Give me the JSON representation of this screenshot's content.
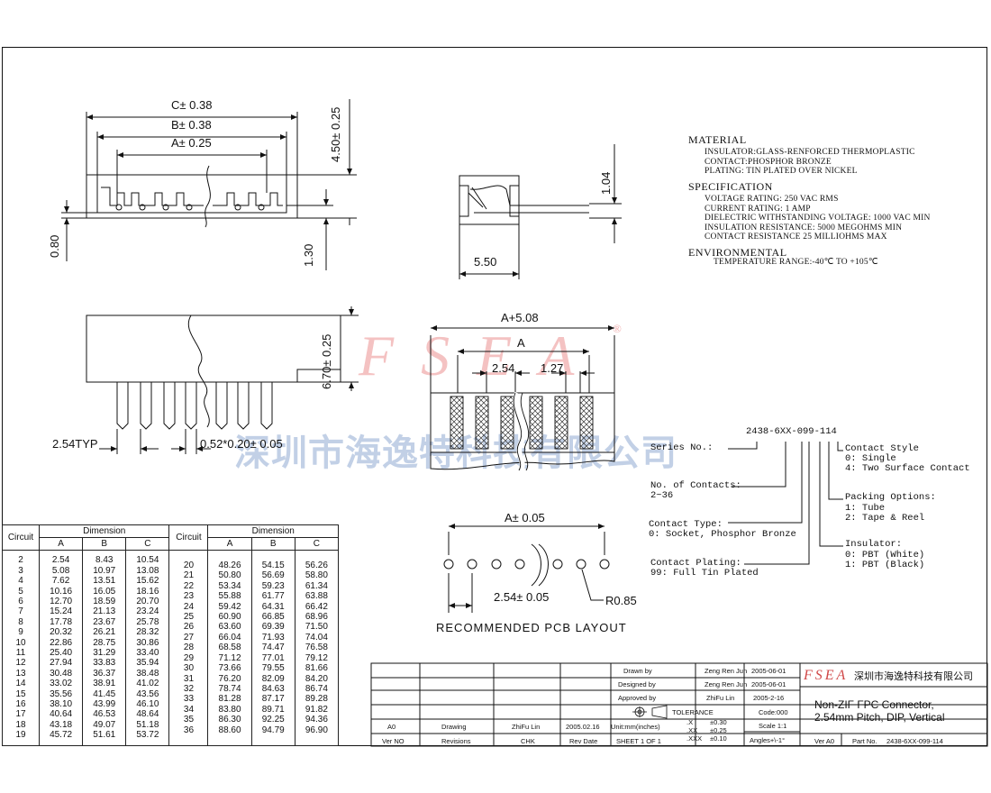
{
  "watermark": {
    "logo": "FSEA",
    "reg": "®",
    "company_cn": "深圳市海逸特科技有限公司"
  },
  "top_view": {
    "dim_c": "C± 0.38",
    "dim_b": "B± 0.38",
    "dim_a": "A± 0.25",
    "dim_h": "4.50± 0.25",
    "dim_080": "0.80",
    "dim_130": "1.30"
  },
  "side_view": {
    "dim_104": "1.04",
    "dim_550": "5.50"
  },
  "front_view": {
    "dim_670": "6.70± 0.25",
    "pitch": "2.54TYP",
    "pin": "0.52*0.20± 0.05"
  },
  "board_view": {
    "dim_a508": "A+5.08",
    "dim_a": "A",
    "dim_254": "2.54",
    "dim_127": "1.27"
  },
  "pcb_layout": {
    "dim_a": "A± 0.05",
    "dim_pitch": "2.54± 0.05",
    "radius": "R0.85",
    "title": "RECOMMENDED PCB LAYOUT"
  },
  "spec": {
    "material_h": "MATERIAL",
    "material": [
      "INSULATOR:GLASS-RENFORCED THERMOPLASTIC",
      "CONTACT:PHOSPHOR BRONZE",
      "PLATING: TIN PLATED OVER NICKEL"
    ],
    "specification_h": "SPECIFICATION",
    "specification": [
      "VOLTAGE RATING: 250 VAC RMS",
      "CURRENT RATING: 1 AMP",
      "DIELECTRIC WITHSTANDING VOLTAGE: 1000 VAC MIN",
      "INSULATION RESISTANCE: 5000 MEGOHMS MIN",
      "CONTACT RESISTANCE 25 MILLIOHMS MAX"
    ],
    "environmental_h": "ENVIRONMENTAL",
    "environmental": [
      "TEMPERATURE RANGE:-40℃ TO +105℃"
    ]
  },
  "part_code": {
    "code": "2438-6XX-099-114",
    "series": "Series No.:",
    "contacts_label": "No. of Contacts:",
    "contacts_value": "2~36",
    "contact_type_label": "Contact Type:",
    "contact_type_value": "0: Socket, Phosphor Bronze",
    "plating_label": "Contact Plating:",
    "plating_value": "99: Full Tin Plated",
    "style_label": "Contact Style",
    "style_values": [
      "0: Single",
      "4: Two Surface Contact"
    ],
    "packing_label": "Packing Options:",
    "packing_values": [
      "1: Tube",
      "2: Tape & Reel"
    ],
    "insulator_label": "Insulator:",
    "insulator_values": [
      "0: PBT (White)",
      "1: PBT (Black)"
    ]
  },
  "dimension_table": {
    "h_circuit": "Circuit",
    "h_dimension": "Dimension",
    "h_a": "A",
    "h_b": "B",
    "h_c": "C",
    "left": {
      "circuit": [
        "2",
        "3",
        "4",
        "5",
        "6",
        "7",
        "8",
        "9",
        "10",
        "11",
        "12",
        "13",
        "14",
        "15",
        "16",
        "17",
        "18",
        "19"
      ],
      "a": [
        "2.54",
        "5.08",
        "7.62",
        "10.16",
        "12.70",
        "15.24",
        "17.78",
        "20.32",
        "22.86",
        "25.40",
        "27.94",
        "30.48",
        "33.02",
        "35.56",
        "38.10",
        "40.64",
        "43.18",
        "45.72"
      ],
      "b": [
        "8.43",
        "10.97",
        "13.51",
        "16.05",
        "18.59",
        "21.13",
        "23.67",
        "26.21",
        "28.75",
        "31.29",
        "33.83",
        "36.37",
        "38.91",
        "41.45",
        "43.99",
        "46.53",
        "49.07",
        "51.61"
      ],
      "c": [
        "10.54",
        "13.08",
        "15.62",
        "18.16",
        "20.70",
        "23.24",
        "25.78",
        "28.32",
        "30.86",
        "33.40",
        "35.94",
        "38.48",
        "41.02",
        "43.56",
        "46.10",
        "48.64",
        "51.18",
        "53.72"
      ]
    },
    "right": {
      "circuit": [
        "20",
        "21",
        "22",
        "23",
        "24",
        "25",
        "26",
        "27",
        "28",
        "29",
        "30",
        "31",
        "32",
        "33",
        "34",
        "35",
        "36"
      ],
      "a": [
        "48.26",
        "50.80",
        "53.34",
        "55.88",
        "59.42",
        "60.90",
        "63.60",
        "66.04",
        "68.58",
        "71.12",
        "73.66",
        "76.20",
        "78.74",
        "81.28",
        "83.80",
        "86.30",
        "88.60"
      ],
      "b": [
        "54.15",
        "56.69",
        "59.23",
        "61.77",
        "64.31",
        "66.85",
        "69.39",
        "71.93",
        "74.47",
        "77.01",
        "79.55",
        "82.09",
        "84.63",
        "87.17",
        "89.71",
        "92.25",
        "94.79"
      ],
      "c": [
        "56.26",
        "58.80",
        "61.34",
        "63.88",
        "66.42",
        "68.96",
        "71.50",
        "74.04",
        "76.58",
        "79.12",
        "81.66",
        "84.20",
        "86.74",
        "89.28",
        "91.82",
        "94.36",
        "96.90"
      ]
    }
  },
  "title_block": {
    "drawn_label": "Drawn by",
    "drawn_name": "Zeng Ren Jun",
    "drawn_date": "2005-06-01",
    "designed_label": "Designed by",
    "designed_name": "Zeng Ren Jun",
    "designed_date": "2005-06-01",
    "approved_label": "Approved by",
    "approved_name": "ZhiFu Lin",
    "approved_date": "2005-2-16",
    "checked_name": "ZhiFu Lin",
    "checked_date": "2005.02.16",
    "rev_a0": "A0",
    "rev_drawing": "Drawing",
    "ver_no": "Ver NO",
    "revisions": "Revisions",
    "chk": "CHK",
    "rev_date": "Rev Date",
    "tolerance": "TOLERANCE",
    "tol_x": ".X",
    "tol_x_v": "±0.30",
    "tol_xx": ".XX",
    "tol_xx_v": "±0.25",
    "tol_xxx": ".XXX",
    "tol_xxx_v": "±0.10",
    "units": "Unit:mm(inches)",
    "sheet": "SHEET 1 OF 1",
    "code": "Code:000",
    "scale": "Scale 1:1",
    "angles": "Angles+\\-1°",
    "logo": "FSEA",
    "company": "深圳市海逸特科技有限公司",
    "title1": "Non-ZIF FPC Connector,",
    "title2": "2.54mm Pitch, DIP, Vertical",
    "ver": "Ver A0",
    "part_label": "Part No.",
    "part_no": "2438-6XX-099-114"
  }
}
